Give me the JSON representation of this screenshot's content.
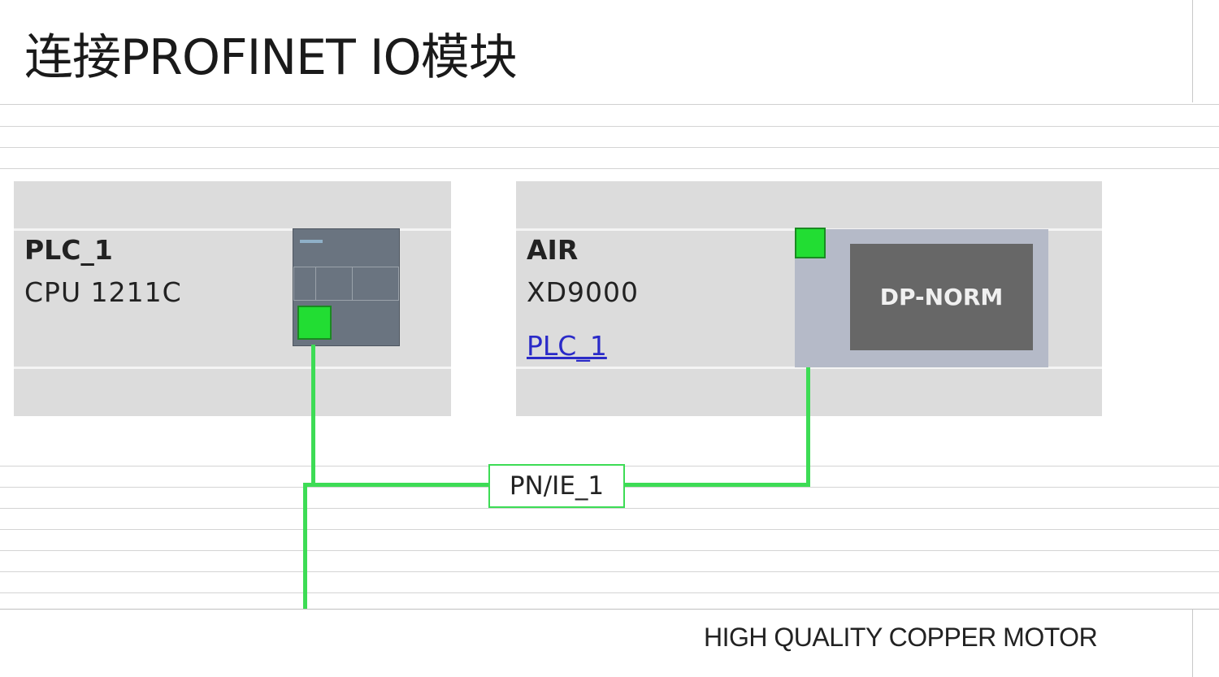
{
  "header": {
    "title": "连接PROFINET IO模块"
  },
  "devices": {
    "plc": {
      "name": "PLC_1",
      "type": "CPU 1211C",
      "port_icon": "ethernet-port-icon"
    },
    "io": {
      "name": "AIR",
      "type": "XD9000",
      "assigned_controller": "PLC_1",
      "module_label": "DP-NORM",
      "port_icon": "ethernet-port-icon"
    }
  },
  "network": {
    "subnet_label": "PN/IE_1",
    "line_color": "#3ddc55",
    "port_color": "#22dd33"
  },
  "footer": {
    "caption": "HIGH QUALITY COPPER MOTOR"
  },
  "colors": {
    "device_bg": "#dcdcdc",
    "cpu_module": "#6a7480",
    "head_module": "#b5bac8",
    "dp_box": "#676767",
    "link": "#2a2ac8"
  }
}
